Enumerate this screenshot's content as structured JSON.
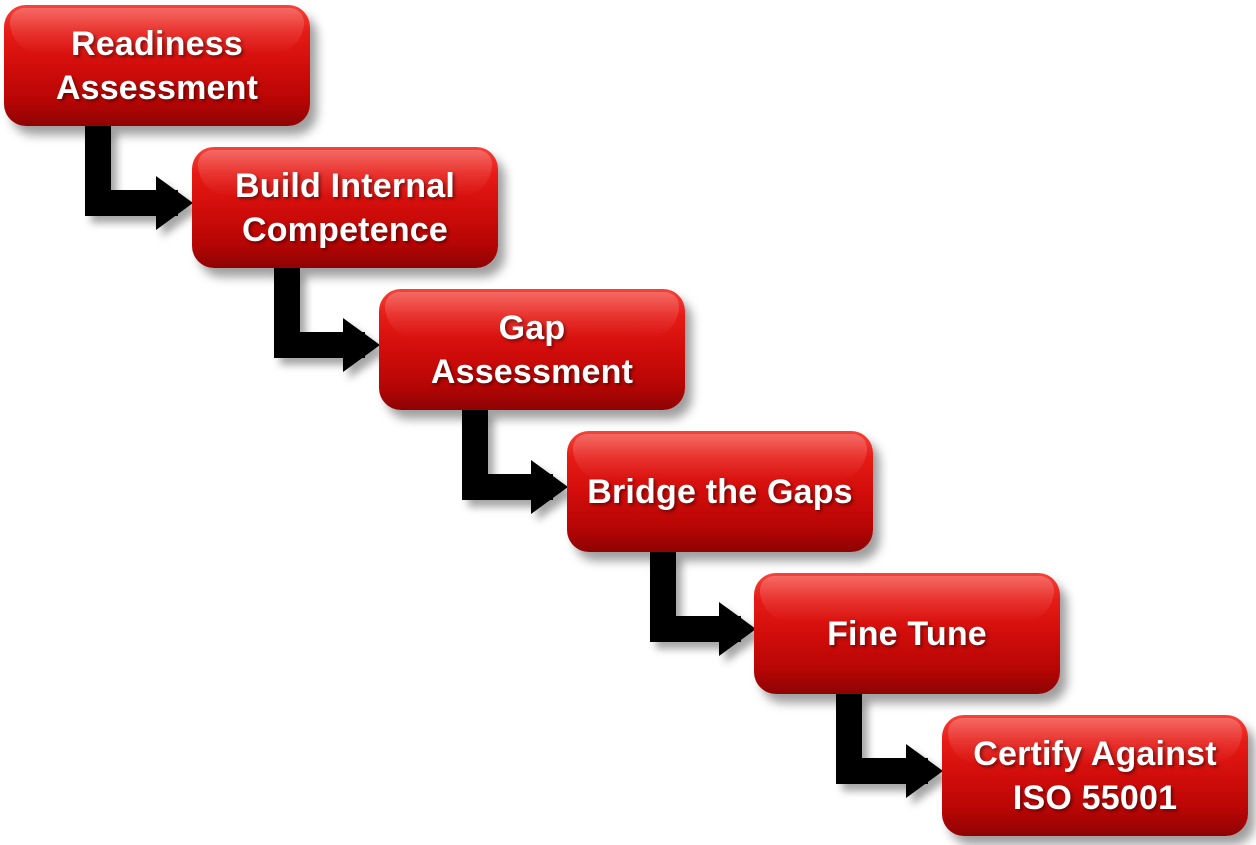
{
  "diagram": {
    "steps": [
      {
        "label": "Readiness\nAssessment"
      },
      {
        "label": "Build Internal\nCompetence"
      },
      {
        "label": "Gap\nAssessment"
      },
      {
        "label": "Bridge the Gaps"
      },
      {
        "label": "Fine Tune"
      },
      {
        "label": "Certify Against\nISO 55001"
      }
    ],
    "colors": {
      "box_top": "#f4433b",
      "box_mid": "#d20d0b",
      "box_bottom": "#8e0303",
      "text": "#ffffff",
      "arrow": "#000000"
    }
  }
}
